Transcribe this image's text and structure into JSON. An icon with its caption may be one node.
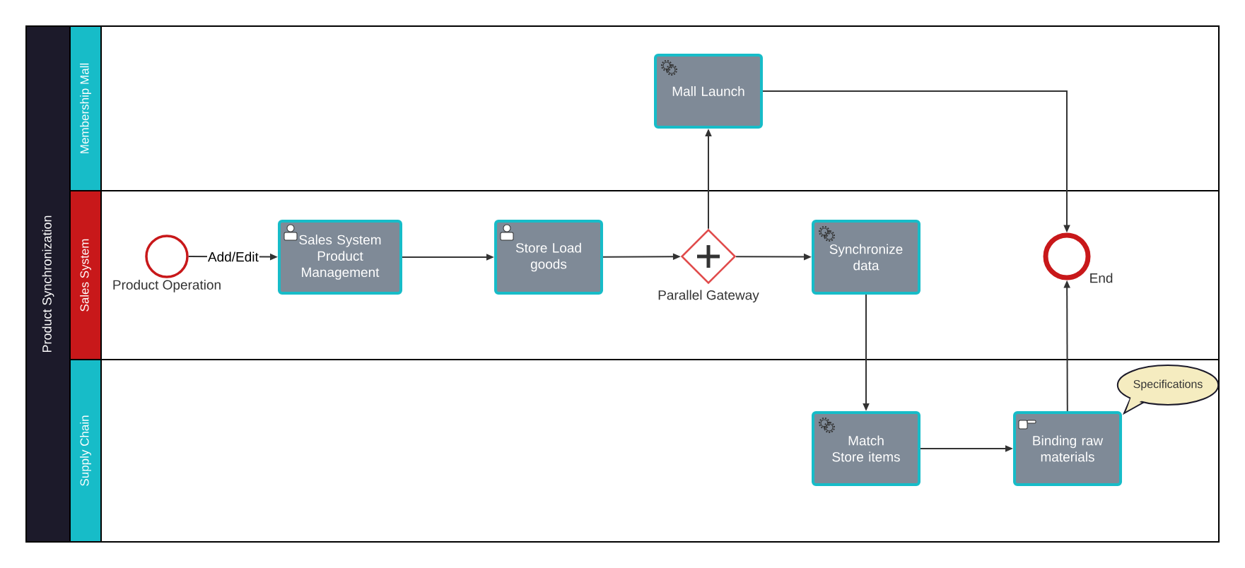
{
  "diagram": {
    "nodes": [
      {
        "text": [
          "Product Synchronization"
        ]
      },
      {
        "text": [
          "Membership Mall"
        ],
        "in": 0
      },
      {
        "text": [
          "Sales System"
        ],
        "in": 0
      },
      {
        "text": [
          "Supply Chain"
        ],
        "in": 0
      },
      {
        "text": [
          "Product Operation"
        ],
        "in": 2
      },
      {
        "text": [
          "Sales System Product Management"
        ],
        "in": 2
      },
      {
        "text": [
          "Store Load goods"
        ],
        "in": 2
      },
      {
        "text": [
          "Parallel Gateway"
        ],
        "in": 2
      },
      {
        "text": [
          "Synchronize data"
        ],
        "in": 2
      },
      {
        "text": [
          "End"
        ],
        "in": 2
      },
      {
        "text": [
          "Mall Launch"
        ],
        "in": 1
      },
      {
        "text": [
          "Match Store items"
        ],
        "in": 3
      },
      {
        "text": [
          "Binding raw materials"
        ],
        "in": 3
      },
      {
        "text": [
          "Specifications"
        ],
        "in": 3
      }
    ],
    "edges": [
      {
        "from": 4,
        "to": 5,
        "arrow": "to",
        "label": "Add/Edit"
      },
      {
        "from": 5,
        "to": 6,
        "arrow": "to"
      },
      {
        "from": 6,
        "to": 7,
        "arrow": "to"
      },
      {
        "from": 7,
        "to": 10,
        "arrow": "to"
      },
      {
        "from": 7,
        "to": 8,
        "arrow": "to"
      },
      {
        "from": 8,
        "to": 11,
        "arrow": "to"
      },
      {
        "from": 10,
        "to": 9,
        "arrow": "to"
      },
      {
        "from": 11,
        "to": 12,
        "arrow": "to"
      },
      {
        "from": 12,
        "to": 9,
        "arrow": "to"
      }
    ]
  }
}
